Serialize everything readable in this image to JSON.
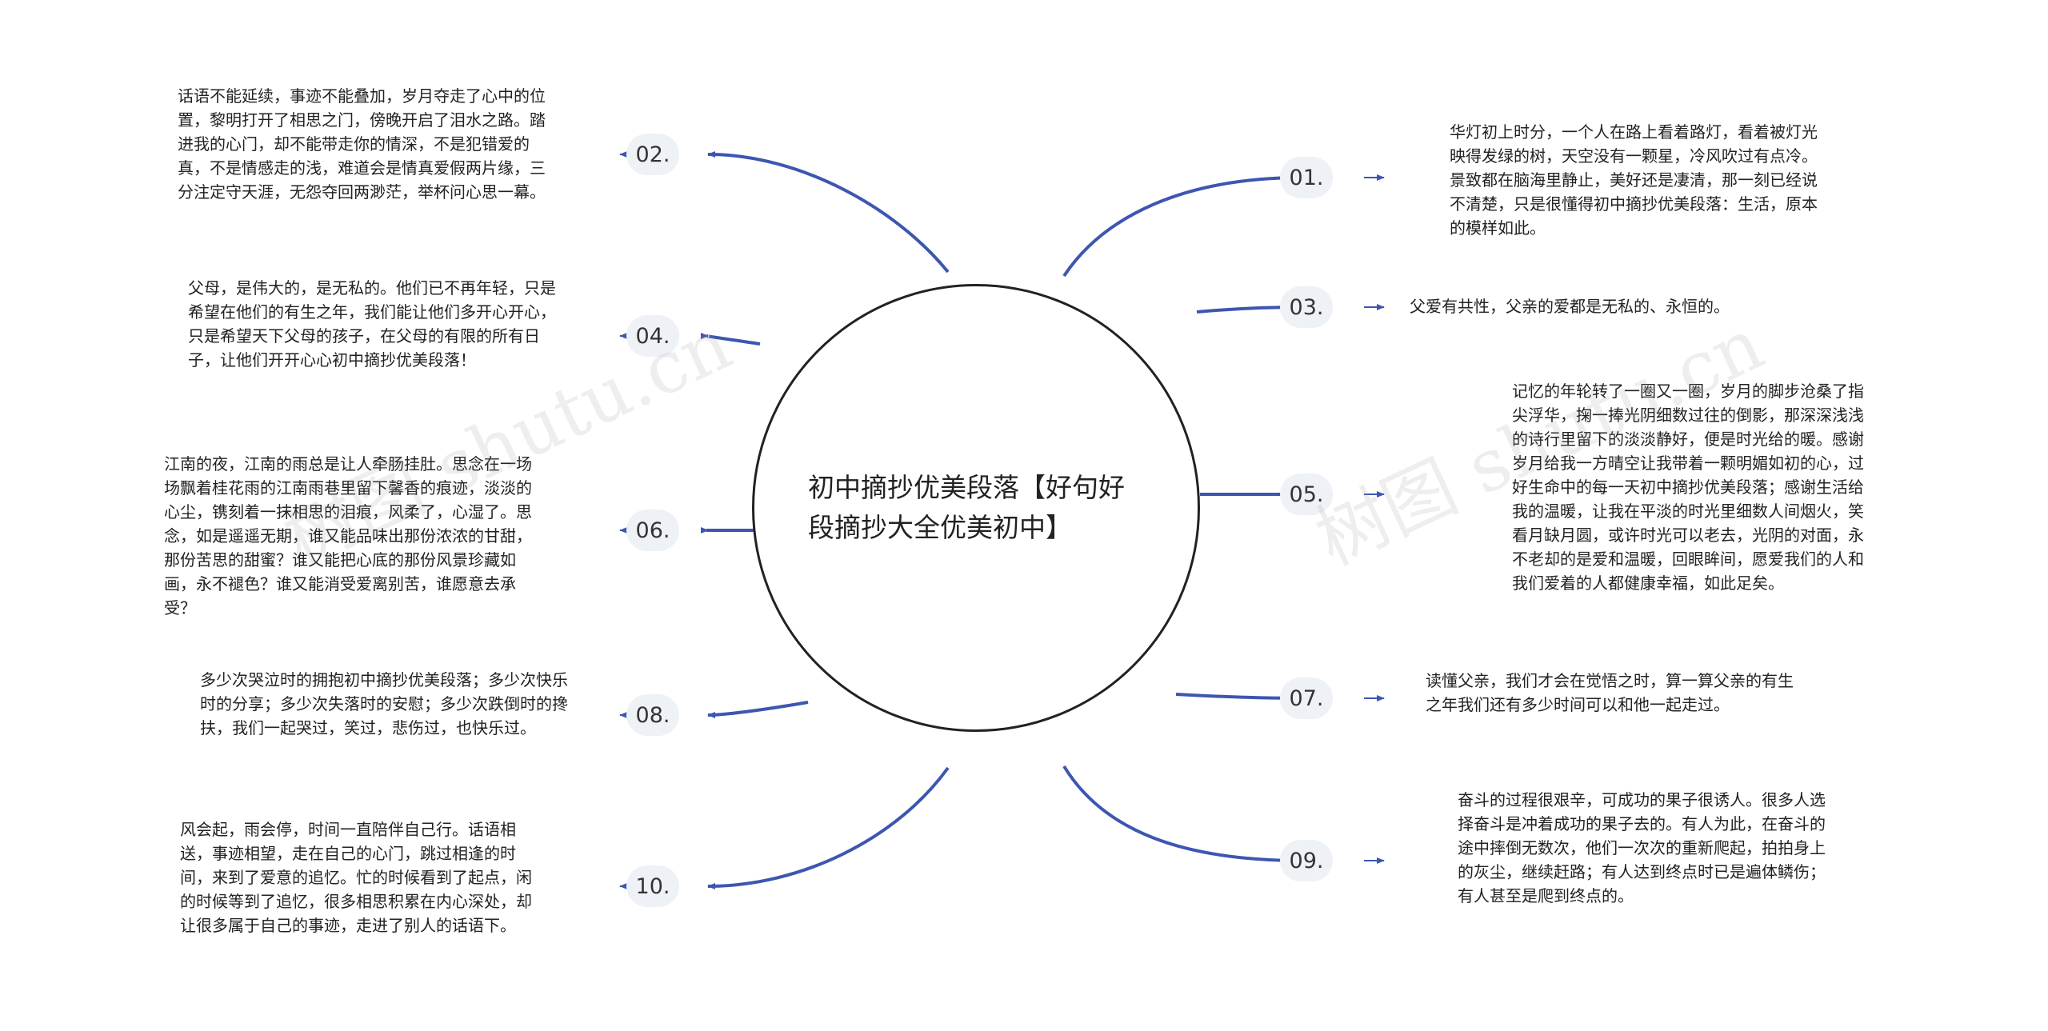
{
  "center": {
    "title": "初中摘抄优美段落【好句好段摘抄大全优美初中】"
  },
  "branches": [
    {
      "label": "01.",
      "text": "华灯初上时分，一个人在路上看着路灯，看着被灯光映得发绿的树，天空没有一颗星，冷风吹过有点冷。景致都在脑海里静止，美好还是凄清，那一刻已经说不清楚，只是很懂得初中摘抄优美段落：生活，原本的模样如此。"
    },
    {
      "label": "02.",
      "text": "话语不能延续，事迹不能叠加，岁月夺走了心中的位置，黎明打开了相思之门，傍晚开启了泪水之路。踏进我的心门，却不能带走你的情深，不是犯错爱的真，不是情感走的浅，难道会是情真爱假两片缘，三分注定守天涯，无怨夺回两渺茫，举杯问心思一幕。"
    },
    {
      "label": "03.",
      "text": "父爱有共性，父亲的爱都是无私的、永恒的。"
    },
    {
      "label": "04.",
      "text": "父母，是伟大的，是无私的。他们已不再年轻，只是希望在他们的有生之年，我们能让他们多开心开心，只是希望天下父母的孩子，在父母的有限的所有日子，让他们开开心心初中摘抄优美段落！"
    },
    {
      "label": "05.",
      "text": "记忆的年轮转了一圈又一圈，岁月的脚步沧桑了指尖浮华，掬一捧光阴细数过往的倒影，那深深浅浅的诗行里留下的淡淡静好，便是时光给的暖。感谢岁月给我一方晴空让我带着一颗明媚如初的心，过好生命中的每一天初中摘抄优美段落；感谢生活给我的温暖，让我在平淡的时光里细数人间烟火，笑看月缺月圆，或许时光可以老去，光阴的对面，永不老却的是爱和温暖，回眼眸间，愿爱我们的人和我们爱着的人都健康幸福，如此足矣。"
    },
    {
      "label": "06.",
      "text": "江南的夜，江南的雨总是让人牵肠挂肚。思念在一场场飘着桂花雨的江南雨巷里留下馨香的痕迹，淡淡的心尘，镌刻着一抹相思的泪痕，风柔了，心湿了。思念，如是遥遥无期，谁又能品味出那份浓浓的甘甜，那份苦思的甜蜜？谁又能把心底的那份风景珍藏如画，永不褪色？谁又能消受爱离别苦，谁愿意去承受？"
    },
    {
      "label": "07.",
      "text": "读懂父亲，我们才会在觉悟之时，算一算父亲的有生之年我们还有多少时间可以和他一起走过。"
    },
    {
      "label": "08.",
      "text": "多少次哭泣时的拥抱初中摘抄优美段落；多少次快乐时的分享；多少次失落时的安慰；多少次跌倒时的搀扶，我们一起哭过，笑过，悲伤过，也快乐过。"
    },
    {
      "label": "09.",
      "text": "奋斗的过程很艰辛，可成功的果子很诱人。很多人选择奋斗是冲着成功的果子去的。有人为此，在奋斗的途中摔倒无数次，他们一次次的重新爬起，拍拍身上的灰尘，继续赶路；有人达到终点时已是遍体鳞伤；有人甚至是爬到终点的。"
    },
    {
      "label": "10.",
      "text": "风会起，雨会停，时间一直陪伴自己行。话语相送，事迹相望，走在自己的心门，跳过相逢的时间，来到了爱意的追忆。忙的时候看到了起点，闲的时候等到了追忆，很多相思积累在内心深处，却让很多属于自己的事迹，走进了别人的话语下。"
    }
  ],
  "watermarks": [
    "树图 shutu.cn",
    "树图 shutu.cn"
  ],
  "colors": {
    "connector": "#3d56b0",
    "arrow": "#3d56b0",
    "badge_bg": "#eef1f6",
    "circle_border": "#222222"
  }
}
